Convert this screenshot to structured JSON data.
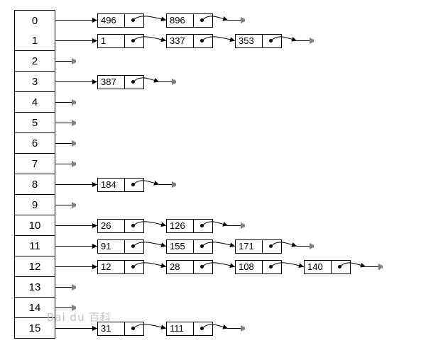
{
  "buckets": [
    {
      "index": "0",
      "nodes": [
        "496",
        "896"
      ]
    },
    {
      "index": "1",
      "nodes": [
        "1",
        "337",
        "353"
      ]
    },
    {
      "index": "2",
      "nodes": []
    },
    {
      "index": "3",
      "nodes": [
        "387"
      ]
    },
    {
      "index": "4",
      "nodes": []
    },
    {
      "index": "5",
      "nodes": []
    },
    {
      "index": "6",
      "nodes": []
    },
    {
      "index": "7",
      "nodes": []
    },
    {
      "index": "8",
      "nodes": [
        "184"
      ]
    },
    {
      "index": "9",
      "nodes": []
    },
    {
      "index": "10",
      "nodes": [
        "26",
        "126"
      ]
    },
    {
      "index": "11",
      "nodes": [
        "91",
        "155",
        "171"
      ]
    },
    {
      "index": "12",
      "nodes": [
        "12",
        "28",
        "108",
        "140"
      ]
    },
    {
      "index": "13",
      "nodes": []
    },
    {
      "index": "14",
      "nodes": []
    },
    {
      "index": "15",
      "nodes": [
        "31",
        "111"
      ]
    }
  ],
  "watermark": "Bai du 百科",
  "colors": {
    "line": "#000000",
    "watermark": "#c4c4c4"
  }
}
